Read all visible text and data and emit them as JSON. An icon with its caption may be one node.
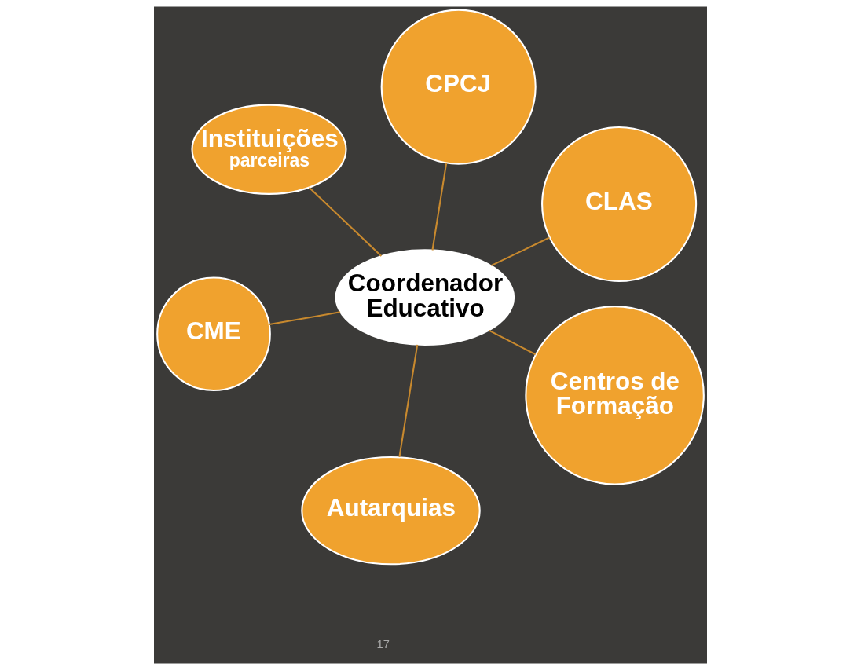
{
  "diagram": {
    "nodes": [
      {
        "text": [
          "Instituições",
          "parceiras"
        ]
      },
      {
        "text": [
          "CLAS"
        ]
      },
      {
        "text": [
          "Centros de Formação"
        ]
      },
      {
        "text": [
          "Coordenador Educativo"
        ]
      },
      {
        "text": [
          "CPCJ"
        ]
      },
      {
        "text": [
          "CME"
        ]
      },
      {
        "text": [
          "Autarquias"
        ]
      }
    ],
    "edges": [
      {
        "from": 3,
        "to": 0,
        "arrow": "none"
      },
      {
        "from": 3,
        "to": 1,
        "arrow": "none"
      },
      {
        "from": 3,
        "to": 2,
        "arrow": "none"
      },
      {
        "from": 3,
        "to": 4,
        "arrow": "none"
      },
      {
        "from": 3,
        "to": 5,
        "arrow": "none"
      },
      {
        "from": 3,
        "to": 6,
        "arrow": "none"
      }
    ],
    "labels": [
      "17"
    ]
  }
}
